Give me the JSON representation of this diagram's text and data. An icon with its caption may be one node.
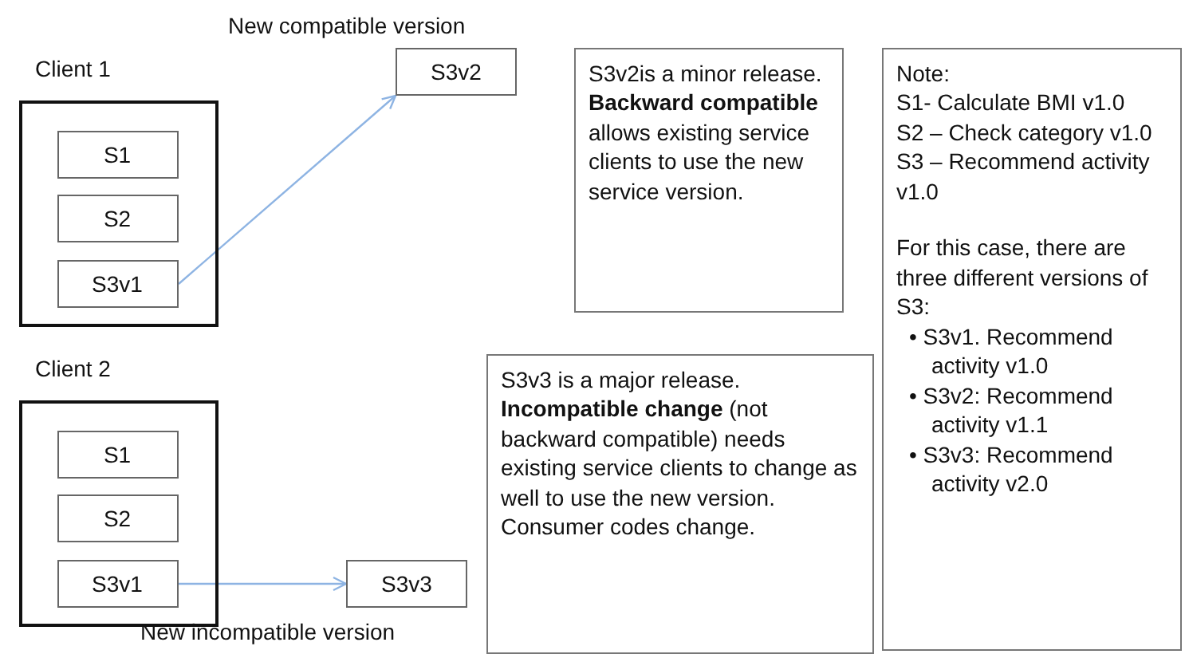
{
  "diagram": {
    "nodes": [
      {
        "text": [
          "Client 1"
        ]
      },
      {
        "text": [
          "S1"
        ],
        "in": 0
      },
      {
        "text": [
          "S2"
        ],
        "in": 0
      },
      {
        "text": [
          "S3v1"
        ],
        "in": 0
      },
      {
        "text": [
          "S3v2"
        ],
        "beside": [
          "New compatible version"
        ]
      },
      {
        "text": [
          "S3v2is a minor release. **Backward compatible** allows existing service clients to use the new service version."
        ]
      },
      {
        "text": [
          "Note:",
          "S1- Calculate BMI v1.0",
          "S2 – Check category v1.0",
          "S3 – Recommend activity v1.0",
          "For this case, there are three different versions of S3:",
          "• S3v1. Recommend activity v1.0",
          "• S3v2: Recommend activity v1.1",
          "• S3v3: Recommend activity v2.0"
        ]
      },
      {
        "text": [
          "Client 2"
        ]
      },
      {
        "text": [
          "S1"
        ],
        "in": 7
      },
      {
        "text": [
          "S2"
        ],
        "in": 7
      },
      {
        "text": [
          "S3v1"
        ],
        "in": 7
      },
      {
        "text": [
          "S3v3"
        ],
        "beside": [
          "New incompatible version"
        ]
      },
      {
        "text": [
          "S3v3 is a major release. **Incompatible change** (not backward compatible) needs existing service clients to change as well to use the new version. Consumer codes change."
        ]
      }
    ],
    "edges": [
      {
        "from": 3,
        "to": 4,
        "arrow": "to"
      },
      {
        "from": 10,
        "to": 11,
        "arrow": "to"
      }
    ]
  }
}
